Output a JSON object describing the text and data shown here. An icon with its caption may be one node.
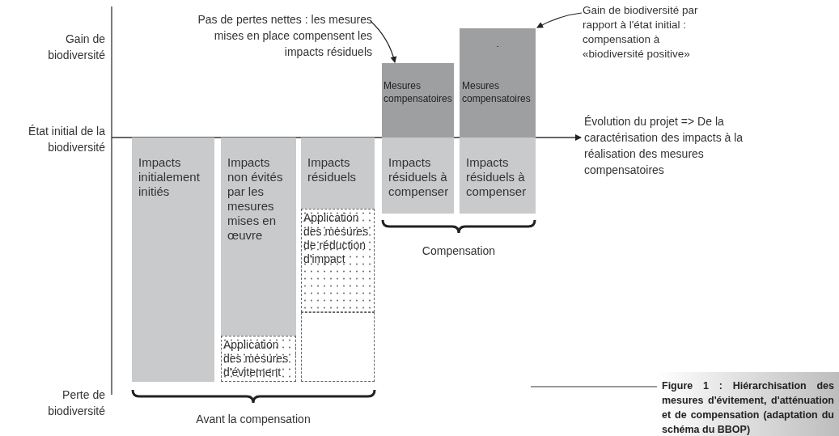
{
  "diagram": {
    "caption": "Figure 1 : Hiérarchisation des mesures d'évitement, d'atténuation et de compensation (adaptation du schéma du BBOP)",
    "nodes": [
      {
        "text": [
          "Impacts initialement initiés"
        ]
      },
      {
        "text": [
          "Impacts non évités par les mesures mises en œuvre"
        ]
      },
      {
        "text": [
          "Application des mesures d'évitement"
        ]
      },
      {
        "text": [
          "Impacts résiduels"
        ]
      },
      {
        "text": [
          "Application des mesures de réduction d'impact"
        ]
      },
      {
        "text": [],
        "shape": "box"
      },
      {
        "text": [
          "Mesures compensatoires"
        ]
      },
      {
        "text": [
          "Impacts résiduels à compenser"
        ]
      },
      {
        "text": [
          "Mesures compensatoires"
        ]
      },
      {
        "text": [
          "Impacts résiduels à compenser"
        ]
      },
      {
        "text": [
          "Pas de pertes nettes : les mesures mises en place compensent les impacts résiduels"
        ]
      },
      {
        "text": [
          "Gain de biodiversité par rapport à l'état initial : compensation à «biodiversité positive»"
        ]
      }
    ],
    "edges": [
      {
        "from": 10,
        "to": 6,
        "arrow": "to"
      },
      {
        "from": 11,
        "to": 8,
        "arrow": "to"
      }
    ],
    "labels": [
      "Gain de biodiversité",
      "État initial de la biodiversité",
      "Évolution du projet => De la caractérisation des impacts à la réalisation des mesures compensatoires",
      "Compensation",
      "Perte de biodiversité",
      "Avant la compensation"
    ]
  }
}
